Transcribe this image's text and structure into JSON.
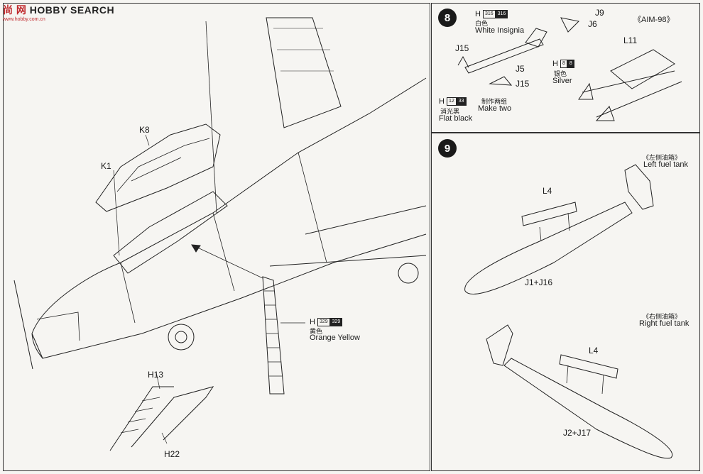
{
  "watermark": {
    "brand_cn": "尚 网",
    "brand_en": "HOBBY SEARCH",
    "site": "www.hobby.com.cn"
  },
  "steps": [
    "8",
    "9"
  ],
  "left_panel": {
    "parts": [
      "K8",
      "K1",
      "H13",
      "H22"
    ],
    "paint": {
      "code": "H",
      "num_a": "329",
      "num_b": "329",
      "cn": "黄色",
      "en": "Orange Yellow"
    }
  },
  "panel8": {
    "title": "《AIM-98》",
    "parts": [
      "J9",
      "J6",
      "J15",
      "J5",
      "J15",
      "L11"
    ],
    "paint_white": {
      "code": "H",
      "num_a": "316",
      "num_b": "316",
      "cn": "白色",
      "en": "White Insignia"
    },
    "paint_silver": {
      "code": "H",
      "num_a": "8",
      "num_b": "8",
      "cn": "银色",
      "en": "Silver"
    },
    "paint_black": {
      "code": "H",
      "num_a": "12",
      "num_b": "33",
      "cn": "消光黑",
      "en": "Flat black"
    },
    "make_two": {
      "cn": "制作两组",
      "en": "Make two"
    }
  },
  "panel9": {
    "left_tank": {
      "cn": "《左侧油箱》",
      "en": "Left fuel tank",
      "part": "L4",
      "assembly": "J1+J16"
    },
    "right_tank": {
      "cn": "《右侧油箱》",
      "en": "Right fuel tank",
      "part": "L4",
      "assembly": "J2+J17"
    }
  }
}
